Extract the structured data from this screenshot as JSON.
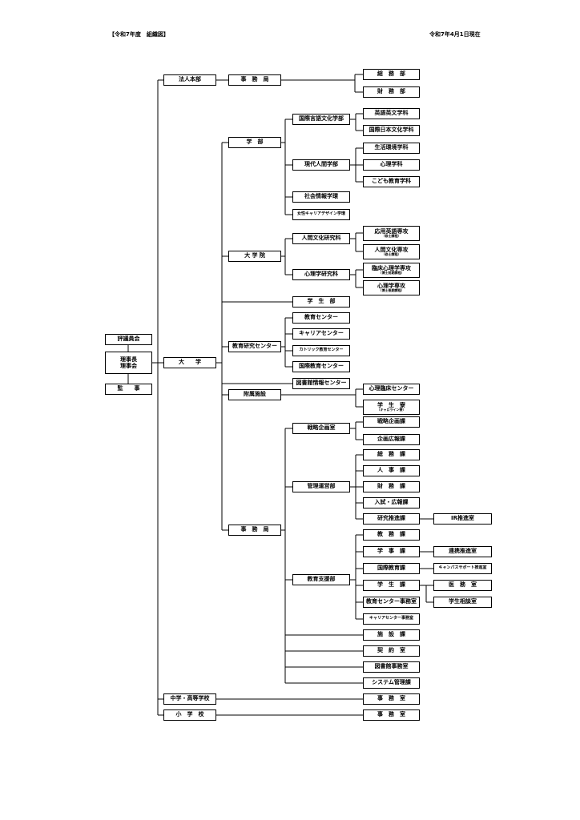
{
  "header": {
    "left": "【令和7年度　組織図】",
    "right": "令和7年4月1日現在"
  },
  "nodes": {
    "council": "評議員会",
    "chair_board": "理事長\n理事会",
    "auditor": "監　　事",
    "corp_hq": "法人本部",
    "hq_secretariat": "事　務　局",
    "hq_general_affairs": "総　務　部",
    "hq_finance": "財　務　部",
    "university": "大　　学",
    "faculties": "学　部",
    "fac_intl_lang": "国際言語文化学部",
    "dept_english": "英語英文学科",
    "dept_japan_culture": "国際日本文化学科",
    "fac_modern_human": "現代人間学部",
    "dept_env": "生活環境学科",
    "dept_psych": "心理学科",
    "dept_child_ed": "こども教育学科",
    "fac_social_info": "社会情報学環",
    "fac_women_career": "女性キャリアデザイン学環",
    "grad_school": "大 学 院",
    "grad_human_culture": "人間文化研究科",
    "prog_applied_english": "応用英語専攻",
    "prog_applied_english_sub": "（修士課程）",
    "prog_human_culture": "人間文化専攻",
    "prog_human_culture_sub": "（修士課程）",
    "grad_psych": "心理学研究科",
    "prog_clinical_psych": "臨床心理学専攻",
    "prog_clinical_psych_sub": "（博士前期課程）",
    "prog_psych": "心理学専攻",
    "prog_psych_sub": "（博士後期課程）",
    "student_affairs": "学　生　部",
    "ed_research_center": "教育研究センター",
    "ctr_education": "教育センター",
    "ctr_career": "キャリアセンター",
    "ctr_catholic": "カトリック教育センター",
    "ctr_intl_ed": "国際教育センター",
    "ctr_library": "図書館情報センター",
    "affiliated": "附属施設",
    "aff_clinical": "心理臨床センター",
    "aff_dorm": "学　生　寮",
    "aff_dorm_sub": "（キャロライン寮）",
    "univ_secretariat": "事　務　局",
    "strategy_office": "戦略企画室",
    "div_strategy": "戦略企画課",
    "div_pr": "企画広報課",
    "mgmt_dept": "管理運営部",
    "div_general": "総　務　課",
    "div_hr": "人　事　課",
    "div_finance": "財　務　課",
    "div_admission": "入試・広報課",
    "div_research": "研究推進課",
    "ir_office": "IR推進室",
    "ed_support_dept": "教育支援部",
    "div_academic": "教　務　課",
    "div_student_affairs": "学　事　課",
    "collab_office": "連携推進室",
    "div_intl_ed": "国際教育課",
    "campus_support": "キャンパスサポート推進室",
    "div_student": "学　生　課",
    "medical_office": "医　務　室",
    "counseling_office": "学生相談室",
    "ed_center_office": "教育センター事務室",
    "career_center_office": "キャリアセンター事務室",
    "div_facilities": "施　設　課",
    "contract_office": "契　約　室",
    "library_office": "図書館事務室",
    "systems_div": "システム管理課",
    "jr_sr_high": "中学・高等学校",
    "jr_sr_high_office": "事　務　室",
    "elementary": "小　学　校",
    "elementary_office": "事　務　室"
  }
}
